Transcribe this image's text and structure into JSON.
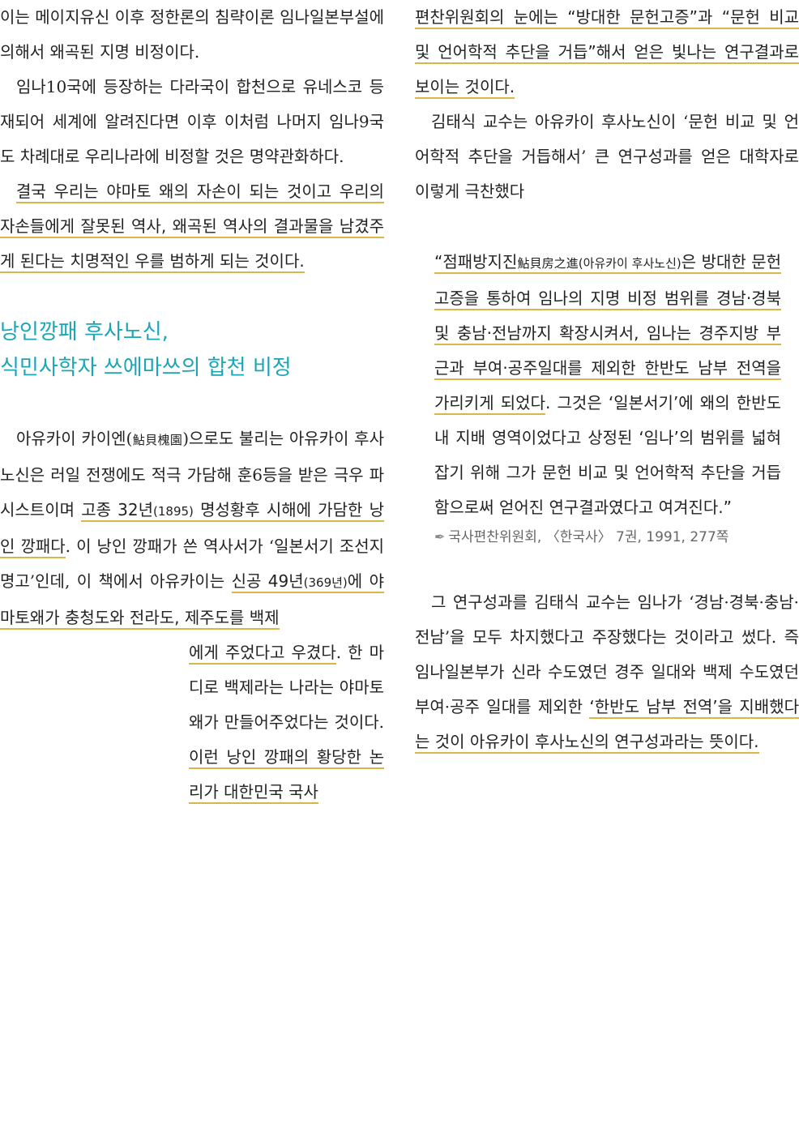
{
  "left": {
    "p1": "이는 메이지유신 이후 정한론의 침략이론 임나일본부설에 의해서 왜곡된 지명 비정이다.",
    "p2": "임나10국에 등장하는 다라국이 합천으로 유네스코 등재되어 세계에 알려진다면 이후 이처럼 나머지 임나9국도 차례대로 우리나라에 비정할 것은 명약관화하다.",
    "p3_hl": "결국 우리는 야마토 왜의 자손이 되는 것이고 우리의 자손들에게 잘못된 역사, 왜곡된 역사의 결과물을 남겼주게 된다는 치명적인 우를 범하게 되는 것이다.",
    "heading_line1": "낭인깡패 후사노신,",
    "heading_line2": "식민사학자 쓰에마쓰의 합천 비정",
    "p4_a": "아유카이 카이엔(",
    "p4_b": "鮎貝槐園",
    "p4_c": ")으로도 불리는 아유카이 후사노신은 러일 전쟁에도 적극 가담해 훈6등을 받은 극우 파시스트이며 ",
    "p4_hl1": "고종 32년",
    "p4_hl1_small": "(1895)",
    "p4_hl1_b": " 명성황후 시해에 가담한 낭인 깡패다",
    "p4_d": ". 이 낭인 깡패가 쓴 역사서가 ‘일본서기 조선지명고’인데, 이 책에서 아유카이는 ",
    "p4_hl2_a": "신공 49년",
    "p4_hl2_small": "(369년)",
    "p4_hl2_b": "에 야마토왜가 충청도와 전라도, 제주도를 백제",
    "p5_hl": "에게 주었다고 우겼다",
    "p5_a": ". 한 마디로 백제라는 나라는 야마토왜가 만들어주었다는 것이다. ",
    "p5_hl2": "이런 낭인 깡패의 황당한 논리가 대한민국 국사"
  },
  "right": {
    "p1_hl1": "편찬위원회의 눈에는 “방대한 문헌고증”과 “문헌 비교 및 언어학적 추단을 거듭”해서 얻은 빛나는 연구결과로 보이는 것이다.",
    "p2": "김태식 교수는 아유카이 후사노신이 ‘문헌 비교 및 언어학적 추단을 거듭해서’ 큰 연구성과를 얻은 대학자로 이렇게 극찬했다",
    "quote_hl_a": "“점패방지진",
    "quote_hl_b": "鮎貝房之進",
    "quote_hl_c": "(아유카이 후사노신)",
    "quote_hl_d": "은 방대한 문헌고증을 통하여 임나의 지명 비정 범위를 경남·경북 및 충남·전남까지 확장시켜서, 임나는 경주지방 부근과 부여·공주일대를 제외한 한반도 남부 전역을 가리키게 되었다",
    "quote_rest": ". 그것은 ‘일본서기’에 왜의 한반도내 지배 영역이었다고 상정된 ‘임나’의 범위를 넓혀 잡기 위해 그가 문헌 비교 및 언어학적 추단을 거듭함으로써 얻어진 연구결과였다고 여겨진다.”",
    "source_icon": "✒",
    "source": "국사편찬위원회, 〈한국사〉 7권, 1991, 277쪽",
    "p3_a": "그 연구성과를 김태식 교수는 임나가 ‘경남·경북·충남·전남’을 모두 차지했다고 주장했다는 것이라고 썼다. 즉 임나일본부가 신라 수도였던 경주 일대와 백제 수도였던 부여·공주 일대를 제외한 ",
    "p3_hl": "‘한반도 남부 전역’을 지배했다는 것이 아유카이 후사노신의 연구성과라는 뜻이다."
  }
}
